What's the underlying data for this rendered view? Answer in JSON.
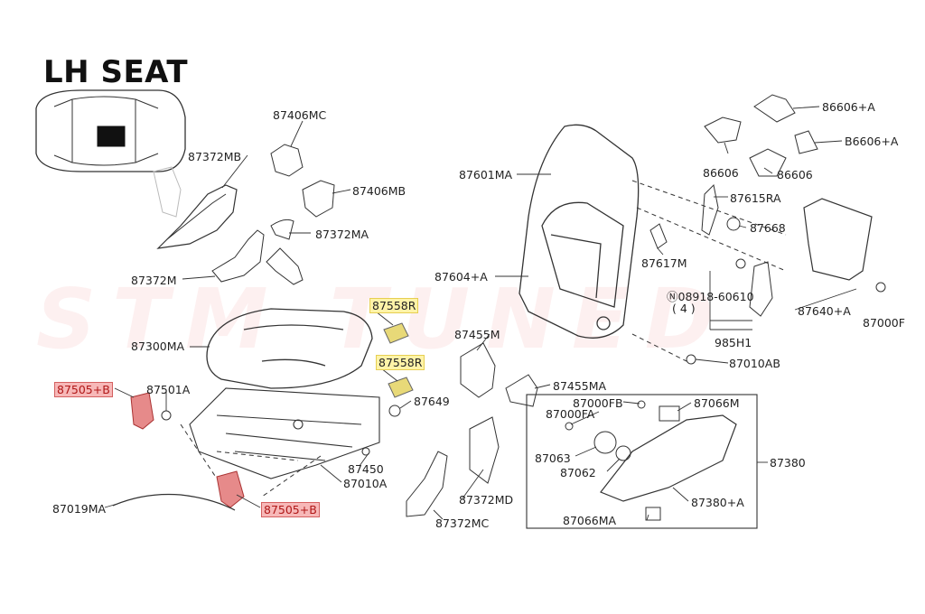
{
  "title": "LH SEAT",
  "watermark": "STM TUNED",
  "colors": {
    "highlight_yellow": "#fff3a8",
    "highlight_red": "#f7b8b8",
    "line": "#333333"
  },
  "labels": {
    "p87406MC": "87406MC",
    "p87372MB": "87372MB",
    "p87406MB": "87406MB",
    "p87372MA": "87372MA",
    "p87372M": "87372M",
    "p87601MA": "87601MA",
    "p87604A": "87604+A",
    "p86606A_1": "86606+A",
    "p86606A_2": "B6606+A",
    "p86606_1": "86606",
    "p86606_2": "86606",
    "p87615RA": "87615RA",
    "p87668": "87668",
    "p87617M": "87617M",
    "p08918": "Ⓝ08918-60610",
    "p08918_qty": "( 4 )",
    "p985H1": "985H1",
    "p87640A": "87640+A",
    "p87000F": "87000F",
    "p87010AB": "87010AB",
    "p87558R_1": "87558R",
    "p87558R_2": "87558R",
    "p87300MA": "87300MA",
    "p87505B_1": "87505+B",
    "p87501A": "87501A",
    "p87649": "87649",
    "p87455M": "87455M",
    "p87455MA": "87455MA",
    "p87450": "87450",
    "p87010A": "87010A",
    "p87505B_2": "87505+B",
    "p87019MA": "87019MA",
    "p87372MD": "87372MD",
    "p87372MC": "87372MC",
    "p87000FB": "87000FB",
    "p87000FA": "87000FA",
    "p87066M": "87066M",
    "p87063": "87063",
    "p87062": "87062",
    "p87380": "87380",
    "p87380A": "87380+A",
    "p87066MA": "87066MA"
  }
}
